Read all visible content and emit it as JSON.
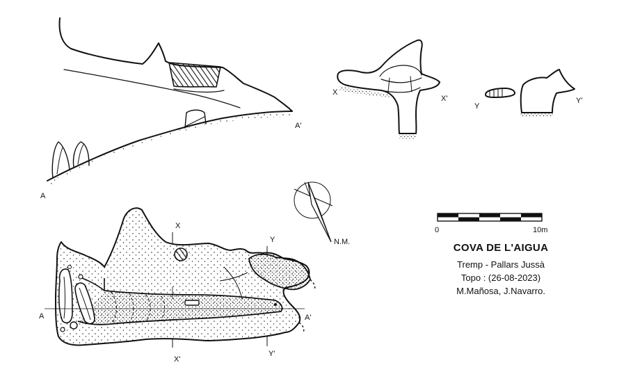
{
  "title": {
    "cave_name": "COVA DE L'AIGUA",
    "location": "Tremp - Pallars Jussà",
    "survey_date": "Topo : (26-08-2023)",
    "authors": "M.Mañosa, J.Navarro."
  },
  "north": {
    "label": "N.M."
  },
  "scale_bar": {
    "start_label": "0",
    "end_label": "10m",
    "segments": 5
  },
  "section_labels": {
    "a_start": "A",
    "a_end": "A'",
    "x_start": "X",
    "x_end": "X'",
    "y_start": "Y",
    "y_end": "Y'"
  },
  "plan_labels": {
    "a_start": "A",
    "a_end": "A'",
    "x_start": "X",
    "x_end": "X'",
    "y_start": "Y",
    "y_end": "Y'"
  },
  "colors": {
    "ink": "#111111",
    "paper": "#ffffff"
  }
}
